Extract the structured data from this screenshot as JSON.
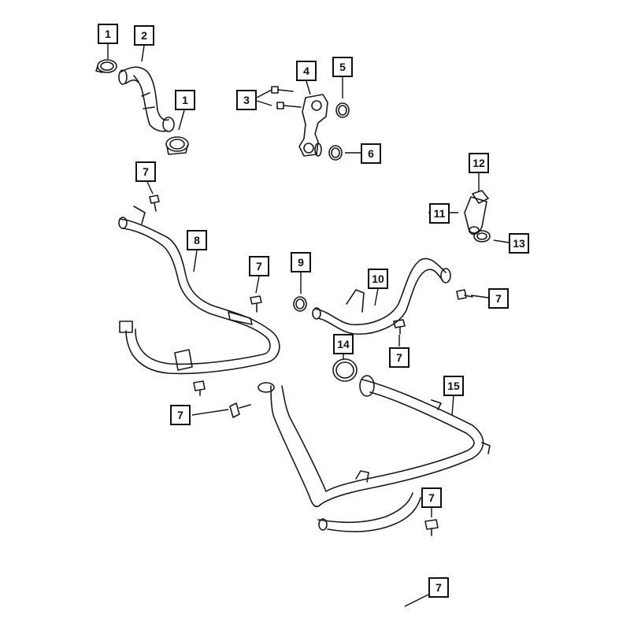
{
  "diagram": {
    "callouts": [
      {
        "id": "c1a",
        "label": "1"
      },
      {
        "id": "c2",
        "label": "2"
      },
      {
        "id": "c1b",
        "label": "1"
      },
      {
        "id": "c3",
        "label": "3"
      },
      {
        "id": "c4",
        "label": "4"
      },
      {
        "id": "c5",
        "label": "5"
      },
      {
        "id": "c6",
        "label": "6"
      },
      {
        "id": "c7a",
        "label": "7"
      },
      {
        "id": "c8",
        "label": "8"
      },
      {
        "id": "c7b",
        "label": "7"
      },
      {
        "id": "c9",
        "label": "9"
      },
      {
        "id": "c10",
        "label": "10"
      },
      {
        "id": "c7c",
        "label": "7"
      },
      {
        "id": "c11",
        "label": "11"
      },
      {
        "id": "c12",
        "label": "12"
      },
      {
        "id": "c13",
        "label": "13"
      },
      {
        "id": "c14",
        "label": "14"
      },
      {
        "id": "c7d",
        "label": "7"
      },
      {
        "id": "c15",
        "label": "15"
      },
      {
        "id": "c7e",
        "label": "7"
      },
      {
        "id": "c7f",
        "label": "7"
      },
      {
        "id": "c7g",
        "label": "7"
      }
    ]
  }
}
